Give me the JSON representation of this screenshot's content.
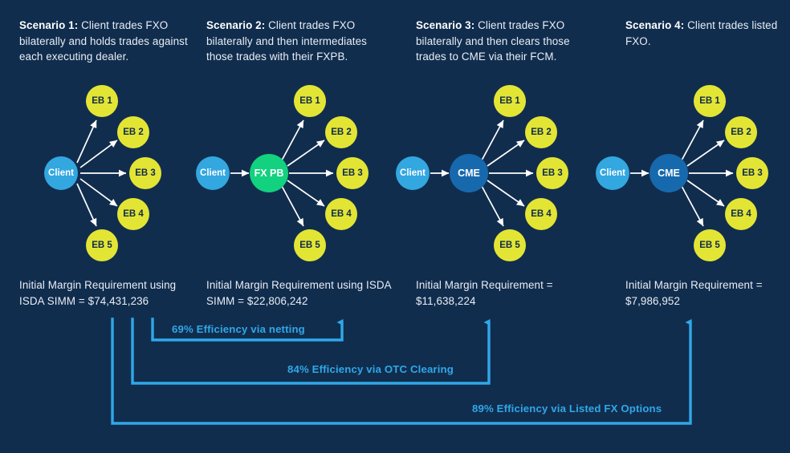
{
  "theme": {
    "background": "#112d4e",
    "eb_node": "#e3e535",
    "client_node": "#33a7e0",
    "fxpb_node": "#12d17f",
    "cme_node": "#1769ad",
    "arrow": "#ffffff",
    "bracket": "#2fa8e8",
    "text": "#e8eef5"
  },
  "scenarios": [
    {
      "id": "scenario-1",
      "label": "Scenario 1:",
      "description": " Client trades FXO bilaterally and holds trades against each executing dealer.",
      "hub": {
        "label": "Client",
        "type": "client"
      },
      "intermediary": null,
      "spokes": [
        "EB 1",
        "EB 2",
        "EB 3",
        "EB 4",
        "EB 5"
      ],
      "margin_caption": "Initial Margin Requirement using ISDA SIMM = $74,431,236",
      "margin_value": 74431236
    },
    {
      "id": "scenario-2",
      "label": "Scenario 2:",
      "description": " Client trades FXO bilaterally and then intermediates those trades with their FXPB.",
      "hub": {
        "label": "Client",
        "type": "client"
      },
      "intermediary": {
        "label": "FX PB",
        "type": "fxpb"
      },
      "spokes": [
        "EB 1",
        "EB 2",
        "EB 3",
        "EB 4",
        "EB 5"
      ],
      "margin_caption": "Initial Margin Requirement using ISDA SIMM = $22,806,242",
      "margin_value": 22806242
    },
    {
      "id": "scenario-3",
      "label": "Scenario 3:",
      "description": " Client trades FXO bilaterally and then clears those trades to CME via their FCM.",
      "hub": {
        "label": "Client",
        "type": "client"
      },
      "intermediary": {
        "label": "CME",
        "type": "cme"
      },
      "spokes": [
        "EB 1",
        "EB 2",
        "EB 3",
        "EB 4",
        "EB 5"
      ],
      "margin_caption": "Initial Margin Requirement = $11,638,224",
      "margin_value": 11638224
    },
    {
      "id": "scenario-4",
      "label": "Scenario 4:",
      "description": " Client trades listed FXO.",
      "hub": {
        "label": "Client",
        "type": "client"
      },
      "intermediary": {
        "label": "CME",
        "type": "cme"
      },
      "spokes": [
        "EB 1",
        "EB 2",
        "EB 3",
        "EB 4",
        "EB 5"
      ],
      "margin_caption": "Initial Margin Requirement = $7,986,952",
      "margin_value": 7986952
    }
  ],
  "efficiency_brackets": [
    {
      "id": "bracket-netting",
      "label": "69% Efficiency via netting",
      "percent": 69,
      "from_scenario": 1,
      "to_scenario": 2
    },
    {
      "id": "bracket-otc-clearing",
      "label": "84% Efficiency via OTC Clearing",
      "percent": 84,
      "from_scenario": 1,
      "to_scenario": 3
    },
    {
      "id": "bracket-listed-fx",
      "label": "89% Efficiency via Listed FX Options",
      "percent": 89,
      "from_scenario": 1,
      "to_scenario": 4
    }
  ]
}
